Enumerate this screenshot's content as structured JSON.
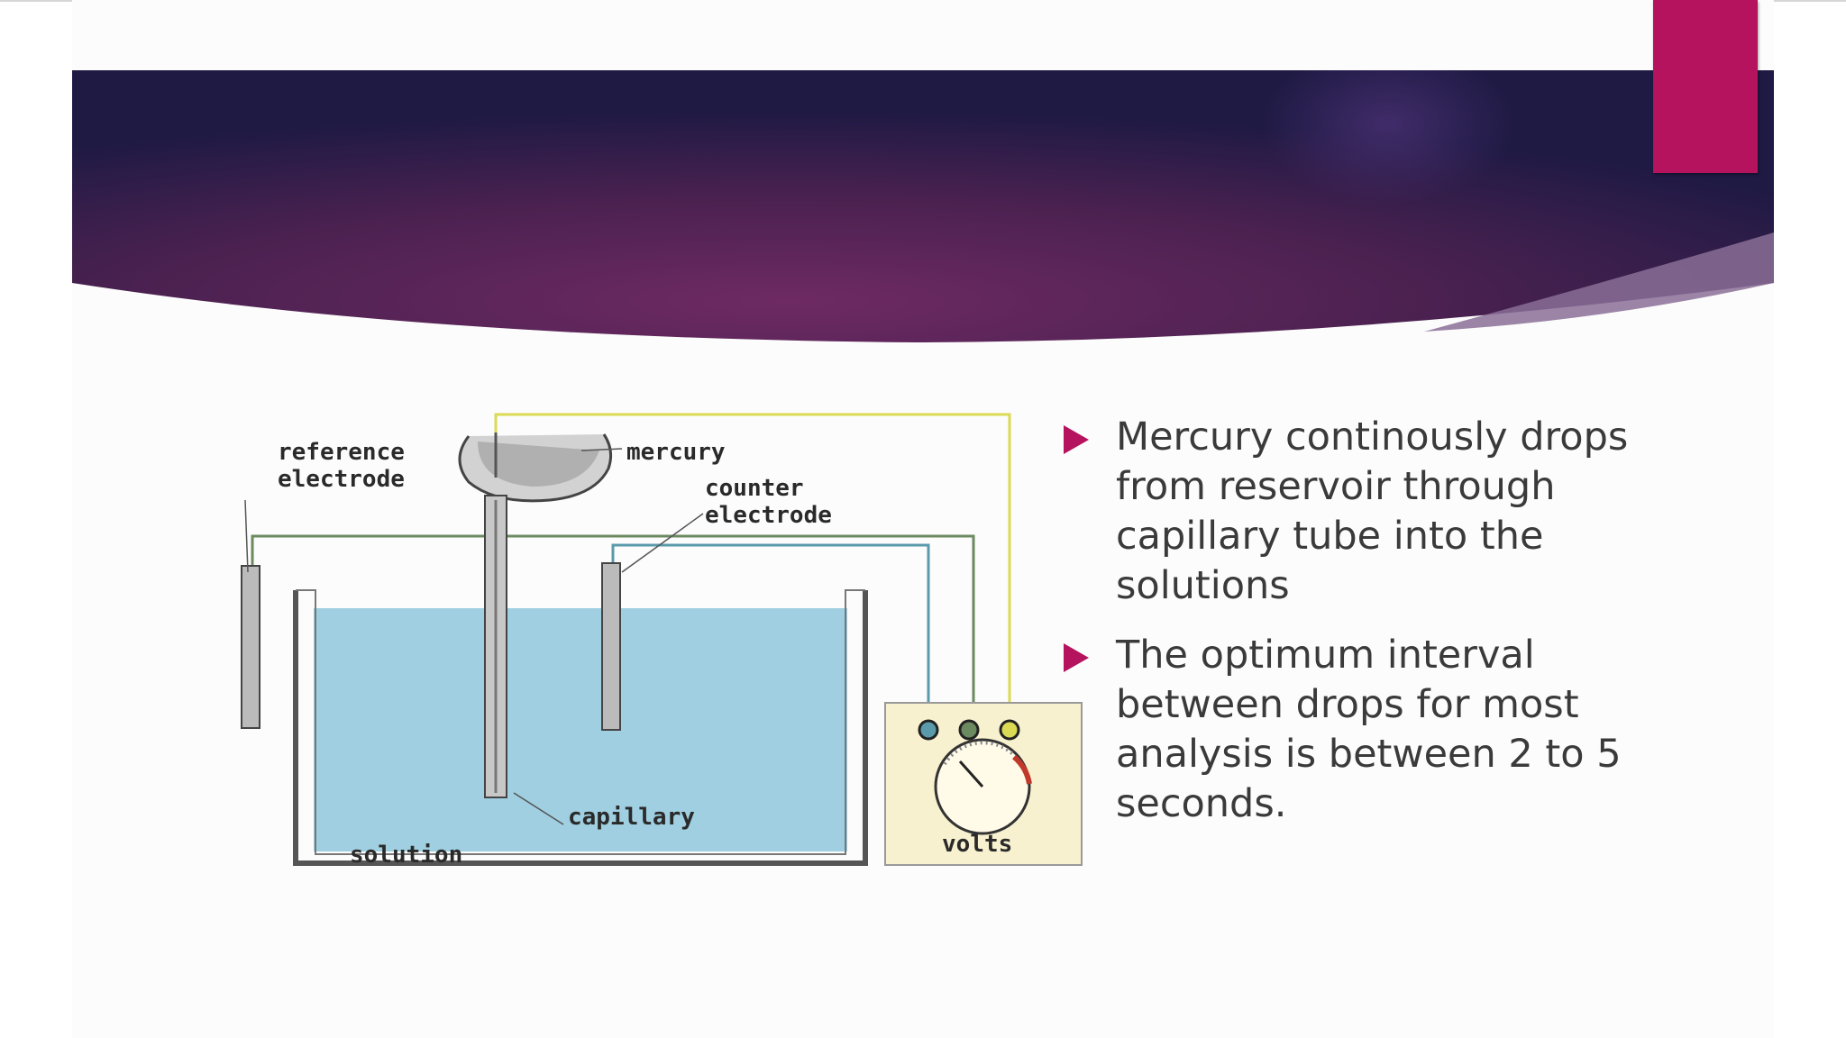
{
  "slide": {
    "accent_color": "#b5135e",
    "banner_colors": [
      "#1f1a44",
      "#6e2a63"
    ],
    "bullets": [
      {
        "text": "Mercury continously drops from reservoir through capillary tube into the solutions"
      },
      {
        "text": "The optimum interval between drops for most analysis is between 2 to 5 seconds."
      }
    ]
  },
  "diagram": {
    "labels": {
      "reference_1": "reference",
      "reference_2": "electrode",
      "mercury": "mercury",
      "counter_1": "counter",
      "counter_2": "electrode",
      "capillary": "capillary",
      "solution": "solution",
      "volts": "volts"
    },
    "colors": {
      "solution": "#9fcfe0",
      "meter_panel": "#f7f1cf",
      "wire_yellow": "#dada55",
      "wire_green": "#6c8a60",
      "wire_blue": "#5a9aaa"
    }
  }
}
